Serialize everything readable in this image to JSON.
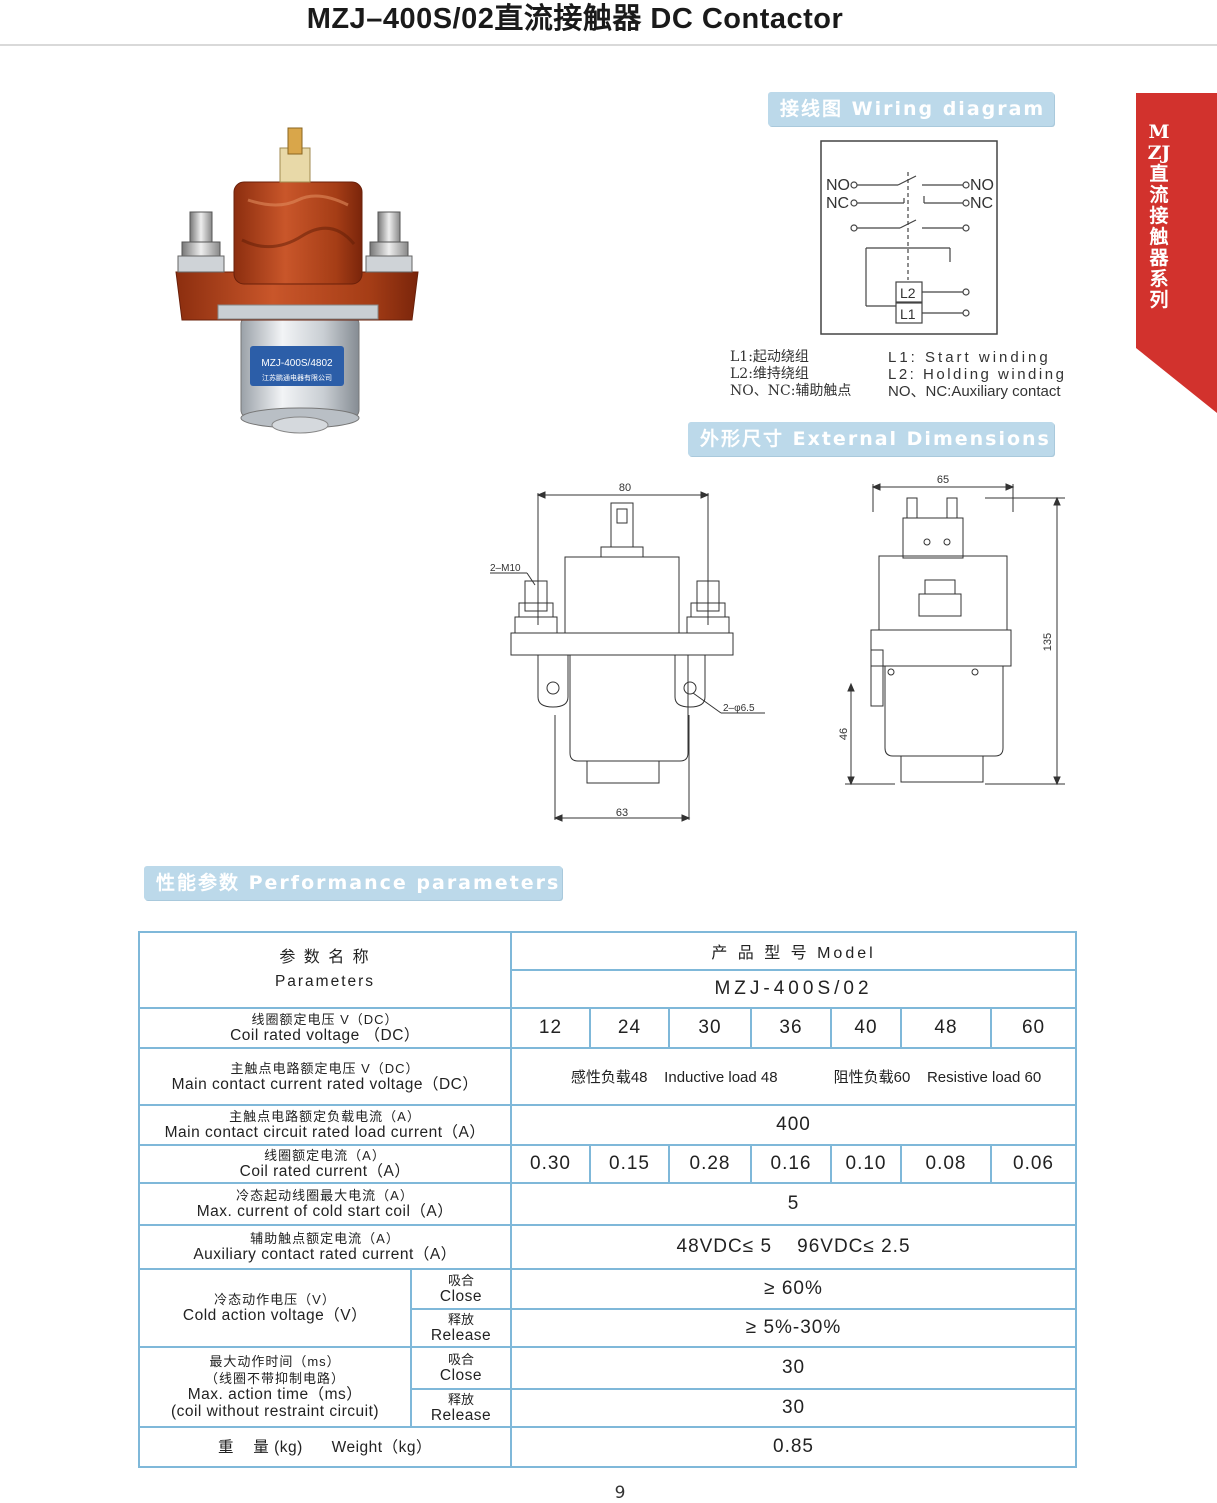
{
  "header": {
    "title": "MZJ–400S/02直流接触器 DC Contactor"
  },
  "side_tab": {
    "text": "MZJ直流接触器系列",
    "color": "#d2322d"
  },
  "sections": {
    "wiring": "接线图 Wiring diagram",
    "dimensions": "外形尺寸 External Dimensions",
    "performance": "性能参数 Performance parameters"
  },
  "product_label": {
    "line1": "MZJ-400S/4802",
    "line2": "江苏鹏通电器有限公司"
  },
  "wiring": {
    "no": "NO",
    "nc": "NC",
    "l1": "L1",
    "l2": "L2",
    "legend_cn": [
      "L1:起动绕组",
      "L2:维持绕组",
      "NO、NC:辅助触点"
    ],
    "legend_en": [
      "L1:  Start  winding",
      "L2:  Holding  winding",
      "NO、NC:Auxiliary contact"
    ]
  },
  "dimensions": {
    "w80": "80",
    "w63": "63",
    "m10": "2–M10",
    "hole": "2–φ6.5",
    "w65": "65",
    "h135": "135",
    "h46": "46"
  },
  "table": {
    "param_header_cn": "参  数  名  称",
    "param_header_en": "Parameters",
    "model_header": "产 品 型 号    Model",
    "model_name": "MZJ-400S/02",
    "rows": {
      "coil_voltage": {
        "cn": "线圈额定电压 V（DC）",
        "en": "Coil rated voltage （DC）",
        "values": [
          "12",
          "24",
          "30",
          "36",
          "40",
          "48",
          "60"
        ]
      },
      "main_voltage": {
        "cn": "主触点电路额定电压 V（DC）",
        "en": "Main contact current rated voltage（DC）",
        "inductive": "感性负载48    Inductive load 48",
        "resistive": "阻性负载60    Resistive load 60"
      },
      "main_current": {
        "cn": "主触点电路额定负载电流（A）",
        "en": "Main contact circuit rated load current（A）",
        "value": "400"
      },
      "coil_current": {
        "cn": "线圈额定电流（A）",
        "en": "Coil rated current（A）",
        "values": [
          "0.30",
          "0.15",
          "0.28",
          "0.16",
          "0.10",
          "0.08",
          "0.06"
        ]
      },
      "cold_start": {
        "cn": "冷态起动线圈最大电流（A）",
        "en": "Max. current of cold start coil（A）",
        "value": "5"
      },
      "aux_current": {
        "cn": "辅助触点额定电流（A）",
        "en": "Auxiliary contact rated current（A）",
        "value": "48VDC≤ 5    96VDC≤ 2.5"
      },
      "cold_voltage": {
        "cn": "冷态动作电压（V）",
        "en": "Cold action voltage（V）",
        "close_cn": "吸合",
        "close_en": "Close",
        "release_cn": "释放",
        "release_en": "Release",
        "close_value": "≥ 60%",
        "release_value": "≥ 5%-30%"
      },
      "action_time": {
        "cn1": "最大动作时间（ms）",
        "cn2": "（线圈不带抑制电路）",
        "en1": "Max. action time（ms）",
        "en2": "(coil without restraint circuit)",
        "close_cn": "吸合",
        "close_en": "Close",
        "release_cn": "释放",
        "release_en": "Release",
        "close_value": "30",
        "release_value": "30"
      },
      "weight": {
        "label": "重    量 (kg)      Weight（kg）",
        "value": "0.85"
      }
    }
  },
  "page_number": "9"
}
